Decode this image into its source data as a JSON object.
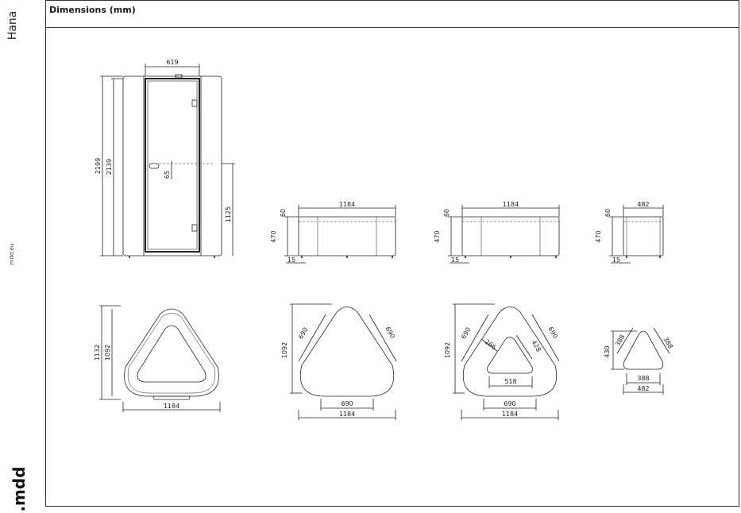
{
  "sidebar": {
    "product_name": "Hana",
    "website": "mdd.eu",
    "brand": ".mdd"
  },
  "header": {
    "title": "Dimensions (mm)"
  },
  "dimensions": {
    "booth": {
      "width": "619",
      "height_outer": "2199",
      "height_inner": "2139",
      "handle": "65",
      "handle_height": "1125"
    },
    "bench1": {
      "length": "1184",
      "top": "60",
      "height": "470",
      "leg": "15"
    },
    "bench2": {
      "length": "1184",
      "top": "60",
      "height": "470",
      "leg": "15"
    },
    "bench3": {
      "length": "482",
      "top": "60",
      "height": "470",
      "leg": "15"
    },
    "plan_booth": {
      "depth_outer": "1132",
      "depth_inner": "1092",
      "width": "1184"
    },
    "plan_seat1": {
      "depth": "1092",
      "side_left": "690",
      "side_right": "690",
      "inner": "690",
      "width": "1184"
    },
    "plan_seat2": {
      "depth": "1092",
      "side_left": "690",
      "side_right": "690",
      "inner_left": "266",
      "inner_right": "428",
      "hole": "518",
      "inner": "690",
      "width": "1184"
    },
    "plan_stool": {
      "depth": "430",
      "side_left": "388",
      "side_right": "388",
      "inner": "388",
      "width": "482"
    }
  }
}
